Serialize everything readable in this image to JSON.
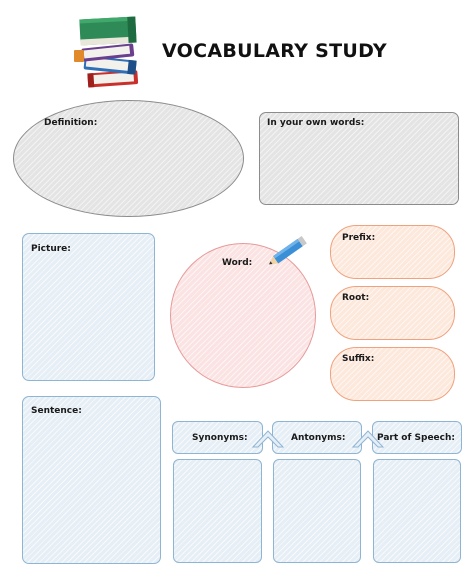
{
  "header": {
    "title": "VOCABULARY STUDY",
    "icon": "books-stack-icon"
  },
  "boxes": {
    "definition": "Definition:",
    "own_words": "In your own words:",
    "picture": "Picture:",
    "word": "Word:",
    "prefix": "Prefix:",
    "root": "Root:",
    "suffix": "Suffix:",
    "sentence": "Sentence:",
    "synonyms": "Synonyms:",
    "antonyms": "Antonyms:",
    "part_of_speech": "Part of Speech:"
  },
  "colors": {
    "gray_border": "#8c8c8c",
    "blue_border": "#8fb5d4",
    "pink_border": "#e79a9a",
    "peach_border": "#f0a27e"
  }
}
